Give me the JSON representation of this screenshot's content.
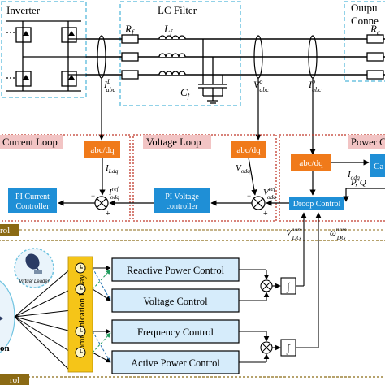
{
  "sections": {
    "inverter": "Inverter",
    "lc_filter": "LC Filter",
    "output_conn_1": "Outpu",
    "output_conn_2": "Conne",
    "current_loop": "Current Loop",
    "voltage_loop": "Voltage Loop",
    "power_control": "Power C",
    "primary_control_tail": "rol",
    "secondary_control_tail": "rol"
  },
  "components": {
    "rf": "R",
    "rf_sub": "f",
    "lf": "L",
    "lf_sub": "f",
    "cf": "C",
    "cf_sub": "f",
    "rc": "R",
    "rc_sub": "c"
  },
  "signals": {
    "i_label": "I",
    "i_sup": "L",
    "i_sub": "abc",
    "v_label": "V",
    "v_sup": "o",
    "v_sub": "abc",
    "io_label": "I",
    "io_sup": "o",
    "io_sub": "abc",
    "ildq": "I",
    "ildq_sub": "Ldq",
    "iref": "I",
    "iref_sup": "ref",
    "iref_sub": "odq",
    "vodq": "V",
    "vodq_sub": "odq",
    "vref": "V",
    "vref_sup": "ref",
    "vref_sub": "odq",
    "iodq": "I",
    "iodq_sub": "odq",
    "pq": "P, Q",
    "vnom": "V",
    "vnom_sup": "nom",
    "vnom_sub": "DG",
    "wnom": "ω",
    "wnom_sup": "nom",
    "wnom_sub": "DG",
    "plus": "+",
    "minus": "−",
    "cal_partial": "Ca"
  },
  "blocks": {
    "abcdq_1": "abc/dq",
    "abcdq_2": "abc/dq",
    "abcdq_3": "abc/dq",
    "pi_current_1": "PI Current",
    "pi_current_2": "Controller",
    "pi_voltage_1": "PI Voltage",
    "pi_voltage_2": "controller",
    "droop": "Droop Control",
    "reactive": "Reactive Power Control",
    "voltage": "Voltage Control",
    "frequency": "Frequency Control",
    "active": "Active Power Control",
    "comm_delay": "Communication Delay",
    "virtual_leader": "Virtual Leader",
    "integrator": "∫",
    "leader_partial": "on"
  },
  "colors": {
    "orange": "#f07a1a",
    "blue": "#1f8fd6",
    "light_blue_block": "#d6ecfb",
    "yellow": "#f5c518",
    "pink_label": "#f2c4c4",
    "brown_bar": "#8b6a14",
    "dashed_cyan": "#6fc3e0",
    "dashed_red": "#c0392b",
    "dashed_green": "#1e9b5b"
  }
}
